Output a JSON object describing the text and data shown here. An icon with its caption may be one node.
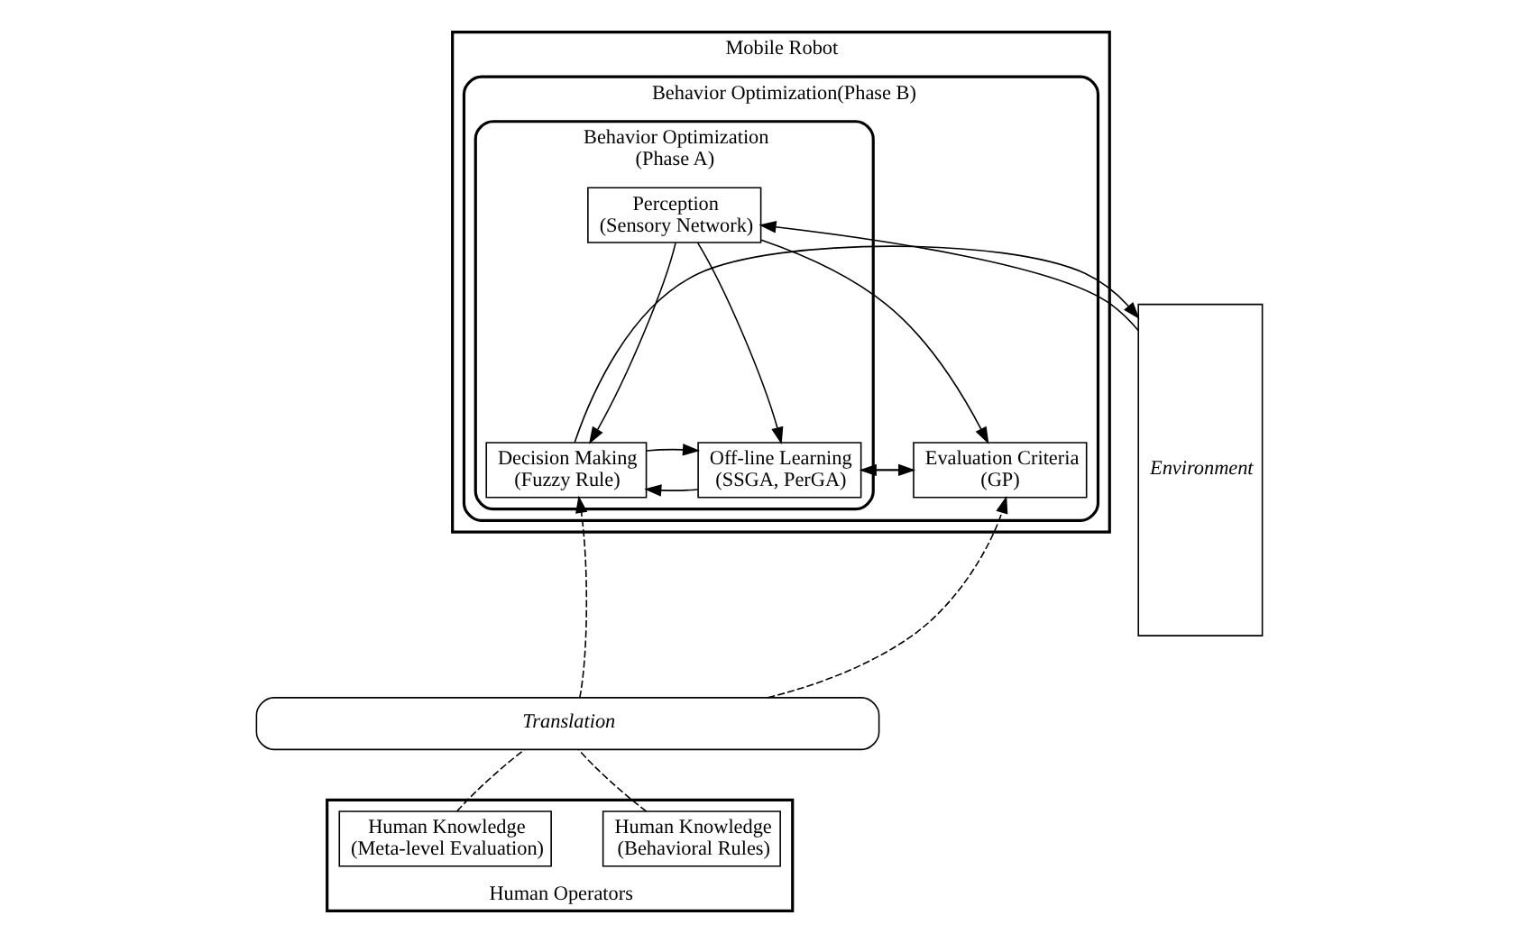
{
  "diagram": {
    "nodes": [
      {
        "text": [
          "Environment"
        ]
      },
      {
        "text": [
          "Mobile Robot"
        ]
      },
      {
        "text": [
          "Behavior Optimization(Phase B)"
        ],
        "in": 1
      },
      {
        "text": [
          "Behavior Optimization",
          "(Phase A)"
        ],
        "in": 2
      },
      {
        "text": [
          "Perception",
          "(Sensory Network)"
        ],
        "in": 3
      },
      {
        "text": [
          "Decision Making",
          "(Fuzzy Rule)"
        ],
        "in": 3
      },
      {
        "text": [
          "Off-line Learning",
          "(SSGA, PerGA)"
        ],
        "in": 3
      },
      {
        "text": [
          "Evaluation Criteria",
          "(GP)"
        ],
        "in": 2
      },
      {
        "text": [
          "Translation"
        ]
      },
      {
        "text": [
          "Human Operators"
        ]
      },
      {
        "text": [
          "Human Knowledge",
          "(Behavioral Rules)"
        ],
        "in": 9
      },
      {
        "text": [
          "Human Knowledge",
          "(Meta-level Evaluation)"
        ],
        "in": 9
      }
    ],
    "edges": [
      {
        "from": 0,
        "to": 4,
        "arrow": "to"
      },
      {
        "from": 5,
        "to": 0,
        "arrow": "to"
      },
      {
        "from": 4,
        "to": 5,
        "arrow": "to"
      },
      {
        "from": 4,
        "to": 6,
        "arrow": "to"
      },
      {
        "from": 4,
        "to": 7,
        "arrow": "to"
      },
      {
        "from": 6,
        "to": 5,
        "arrow": "to"
      },
      {
        "from": 5,
        "to": 6,
        "arrow": "to"
      },
      {
        "from": 6,
        "to": 7,
        "arrow": "to"
      },
      {
        "from": 7,
        "to": 6,
        "arrow": "to"
      },
      {
        "from": 10,
        "to": 8,
        "arrow": "none",
        "style": "dashed"
      },
      {
        "from": 8,
        "to": 5,
        "arrow": "to",
        "style": "dashed"
      },
      {
        "from": 11,
        "to": 8,
        "arrow": "none",
        "style": "dashed"
      },
      {
        "from": 8,
        "to": 7,
        "arrow": "to",
        "style": "dashed"
      }
    ]
  }
}
